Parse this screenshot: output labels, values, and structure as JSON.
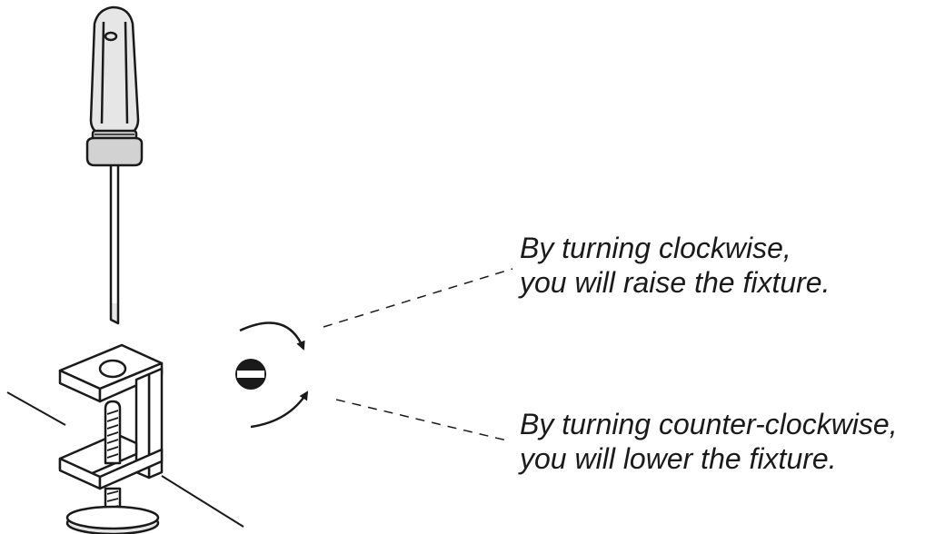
{
  "instructions": {
    "clockwise": {
      "line1": "By turning clockwise,",
      "line2": "you will raise the fixture."
    },
    "counter_clockwise": {
      "line1": "By turning counter-clockwise,",
      "line2": "you will lower the fixture."
    }
  },
  "illustration": {
    "tool": "flathead-screwdriver",
    "part": "c-clamp-mount",
    "screw_head": "slotted-screw-head-symbol"
  },
  "colors": {
    "line": "#1a1a1a",
    "handle_fill": "#e6e6e6",
    "collar_fill": "#d2d2d2",
    "background": "#ffffff"
  }
}
